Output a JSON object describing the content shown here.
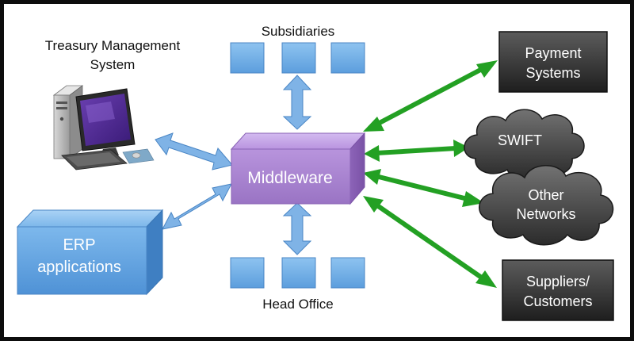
{
  "labels": {
    "tms_line1": "Treasury Management",
    "tms_line2": "System",
    "subsidiaries": "Subsidiaries",
    "head_office": "Head Office",
    "middleware": "Middleware",
    "erp_line1": "ERP",
    "erp_line2": "applications",
    "payment_line1": "Payment",
    "payment_line2": "Systems",
    "swift": "SWIFT",
    "other_line1": "Other",
    "other_line2": "Networks",
    "suppliers_line1": "Suppliers/",
    "suppliers_line2": "Customers"
  },
  "colors": {
    "background": "#ffffff",
    "frame": "#0d0d0d",
    "middleware_fill": "#a47fce",
    "blue_box": "#6aaee8",
    "blue_arrow": "#7fb3e6",
    "green_arrow": "#23a023",
    "dark_box": "#3a3a3a",
    "cloud": "#4a4a4a"
  }
}
